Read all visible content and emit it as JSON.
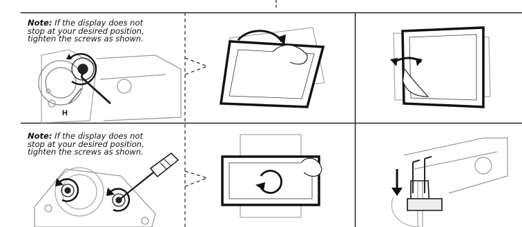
{
  "panels": {
    "top_left": {
      "note_label": "Note:",
      "note_text": "If the display does not stop at your desired position, tighten the screws as shown.",
      "note_line1": "If the display does not",
      "note_line2": "stop at your desired position,",
      "note_line3": "tighten the screws as shown.",
      "tool_label": "H"
    },
    "bottom_left": {
      "note_label": "Note:",
      "note_text": "If the display does not stop at your desired position, tighten the screws as shown.",
      "note_line1": "If the display does not",
      "note_line2": "stop at your desired position,",
      "note_line3": "tighten the screws as shown."
    }
  },
  "icons": [
    "tilt-arrow-icon",
    "swivel-arrow-icon",
    "rotate-arrow-icon",
    "down-arrow-icon",
    "screwdriver-icon",
    "hex-key-icon"
  ]
}
